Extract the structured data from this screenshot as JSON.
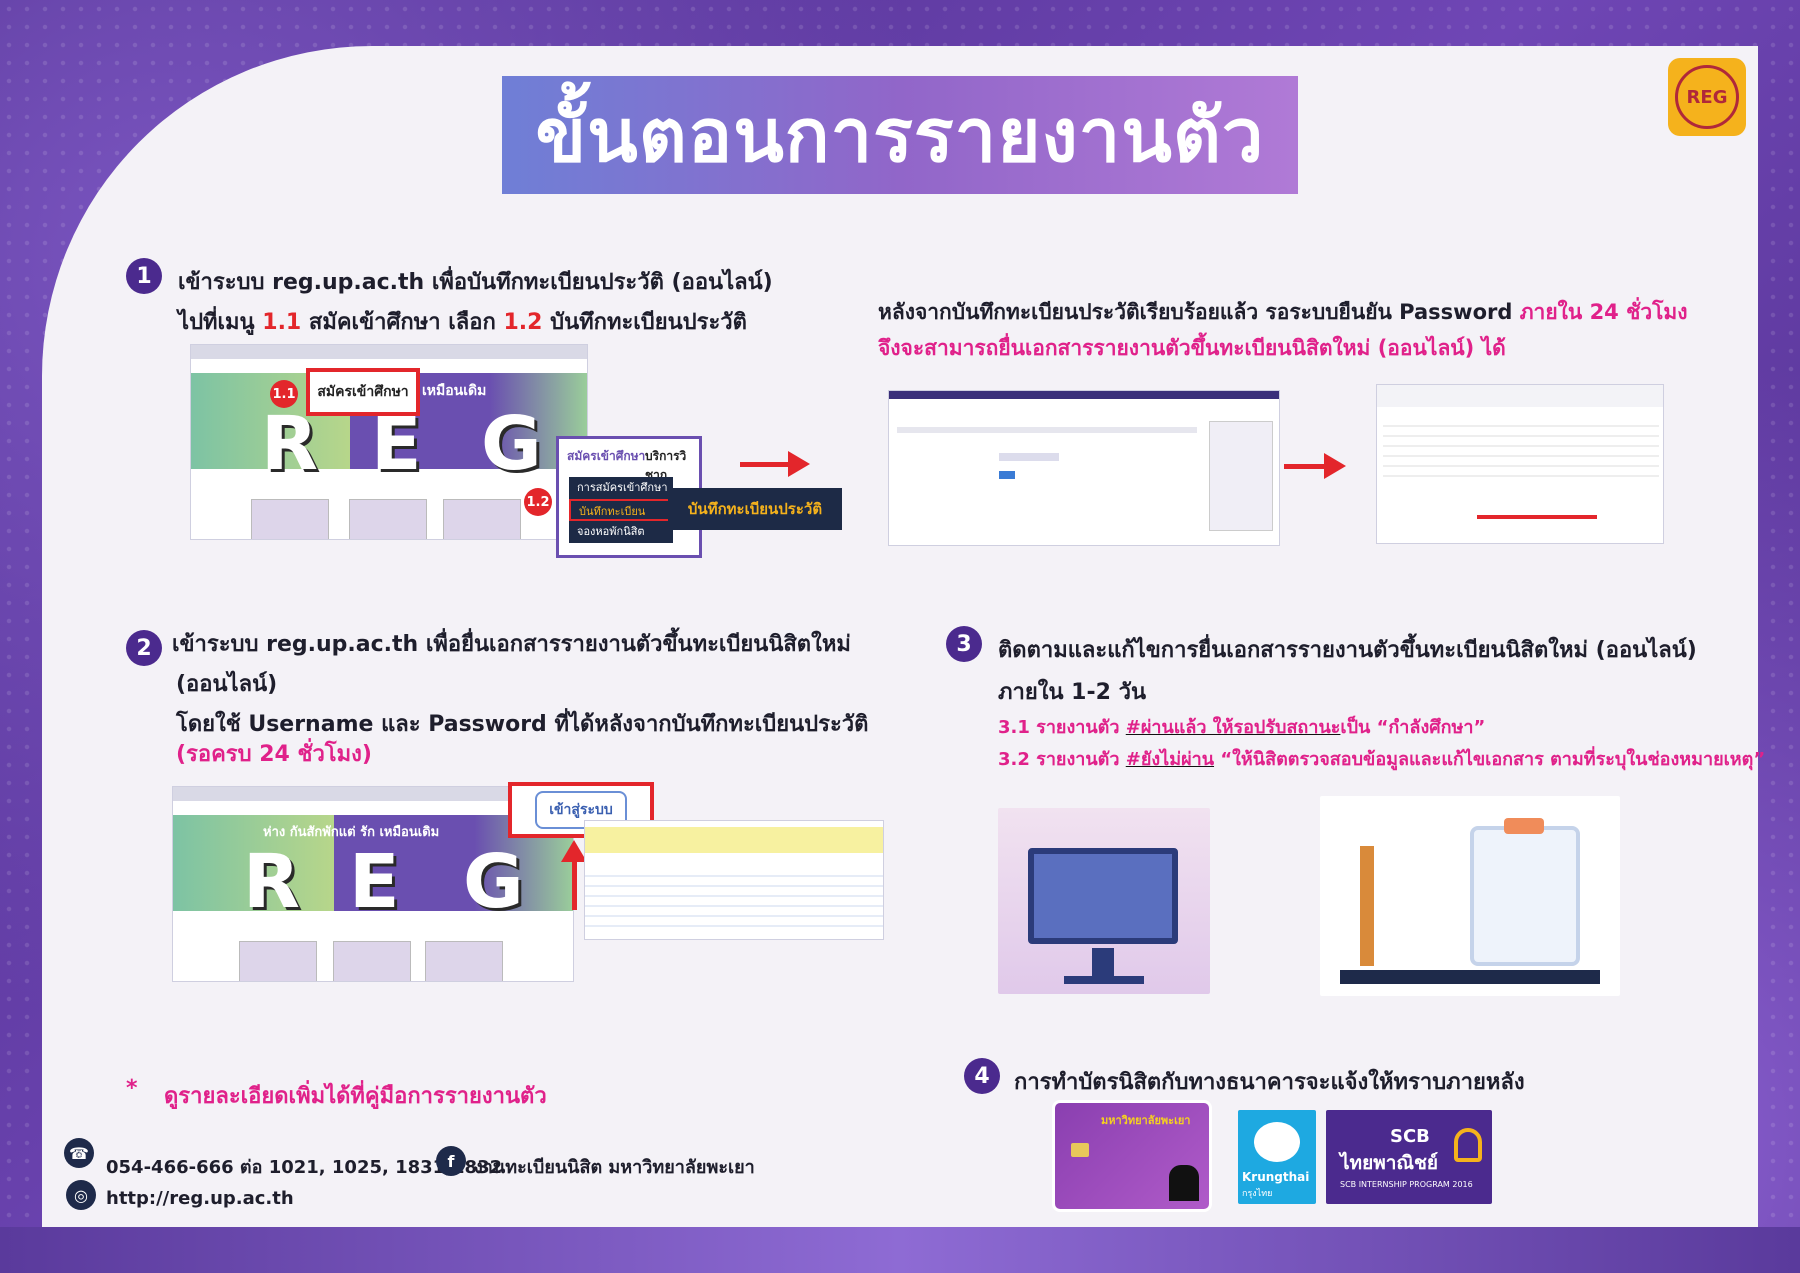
{
  "title": "ขั้นตอนการรายงานตัว",
  "logo": {
    "text": "REG"
  },
  "step1": {
    "number": "1",
    "line1": "เข้าระบบ  reg.up.ac.th เพื่อบันทึกทะเบียนประวัติ (ออนไลน์)",
    "line2_a": "ไปที่เมนู ",
    "line2_b": "1.1",
    "line2_c": " สมัคเข้าศึกษา เลือก ",
    "line2_d": "1.2",
    "line2_e": " บันทึกทะเบียนประวัติ",
    "badge_11": "1.1",
    "badge_12": "1.2",
    "menu_label": "สมัครเข้าศึกษา",
    "menu_tab2": "บริการวิชาก",
    "dropdown_head": "สมัครเข้าศึกษา",
    "dropdown_items": [
      "การสมัครเข้าศึกษา",
      "บันทึกทะเบียนประวัติ",
      "จองหอพักนิสิต"
    ],
    "callout": "บันทึกทะเบียนประวัติ",
    "banner_extra": "เหมือนเดิม"
  },
  "step1b": {
    "line1_a": "หลังจากบันทึกทะเบียนประวัติเรียบร้อยแล้ว รอระบบยืนยัน Password ",
    "line1_b": "ภายใน 24 ชั่วโมง",
    "line2": "จึงจะสามารถยื่นเอกสารรายงานตัวขึ้นทะเบียนนิสิตใหม่ (ออนไลน์) ได้"
  },
  "step2": {
    "number": "2",
    "line1": "เข้าระบบ reg.up.ac.th เพื่อยื่นเอกสารรายงานตัวขึ้นทะเบียนนิสิตใหม่",
    "line2": "(ออนไลน์)",
    "line3": "โดยใช้ Username และ Password ที่ได้หลังจากบันทึกทะเบียนประวัติ",
    "line4": "(รอครบ 24 ชั่วโมง)",
    "login_btn": "เข้าสู่ระบบ",
    "banner_text": "ห่าง กันสักพักแต่ รัก เหมือนเดิม"
  },
  "step3": {
    "number": "3",
    "line1": "ติดตามและแก้ไขการยื่นเอกสารรายงานตัวขึ้นทะเบียนนิสิตใหม่ (ออนไลน์)",
    "line2": "ภายใน 1-2 วัน",
    "item1_a": "3.1 รายงานตัว ",
    "item1_b": "#ผ่านแล้ว ให้รอปรับสถานะ",
    "item1_c": "เป็น “กำลังศึกษา”",
    "item2_a": "3.2 รายงานตัว ",
    "item2_b": "#ยังไม่ผ่าน",
    "item2_c": " “ให้นิสิตตรวจสอบข้อมูลและแก้ไขเอกสาร ตามที่ระบุในช่องหมายเหตุ”"
  },
  "step4": {
    "number": "4",
    "line1": "การทำบัตรนิสิตกับทางธนาคารจะแจ้งให้ทราบภายหลัง",
    "card_uni": "มหาวิทยาลัยพะเยา",
    "krungthai": "Krungthai",
    "krungthai_th": "กรุงไทย",
    "scb": "SCB",
    "scb_th": "ไทยพาณิชย์",
    "scb_program": "SCB INTERNSHIP PROGRAM 2016"
  },
  "note": {
    "star": "*",
    "text": "ดูรายละเอียดเพิ่มได้ที่คู่มือการรายงานตัว"
  },
  "footer": {
    "phone": "054-466-666 ต่อ 1021, 1025, 1831,1832",
    "facebook": "งานทะเบียนนิสิต มหาวิทยาลัยพะเยา",
    "website": "http://reg.up.ac.th"
  },
  "colors": {
    "accent": "#e0218a",
    "red": "#e3262b",
    "purple": "#4b2a8e"
  }
}
